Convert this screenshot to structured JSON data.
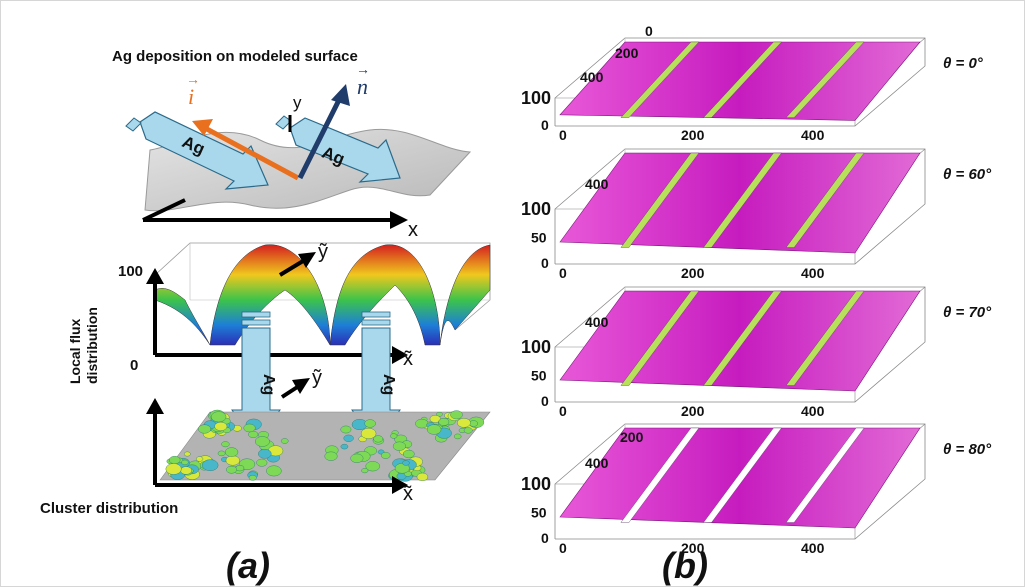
{
  "panel_a": {
    "title": "Ag deposition on modeled surface",
    "vec_i": "i",
    "vec_n": "n",
    "axis_y": "y",
    "axis_x": "x",
    "beam1": "Ag",
    "beam2": "Ag",
    "flux_label_line1": "Local flux",
    "flux_label_line2": "distribution",
    "flux_100": "100",
    "flux_0": "0",
    "axis_y_tilde": "ỹ",
    "axis_x_tilde": "x̃",
    "beam3": "Ag",
    "beam4": "Ag",
    "axis_y_tilde2": "ỹ",
    "axis_x_tilde2": "x̃",
    "cluster_label": "Cluster distribution",
    "caption": "(a)"
  },
  "panel_b": {
    "caption": "(b)",
    "plots": [
      {
        "angle": "θ = 0°",
        "z_ticks": [
          "100",
          "0"
        ],
        "y_ticks": [
          "0",
          "200",
          "400"
        ],
        "x_ticks": [
          "0",
          "200",
          "400"
        ]
      },
      {
        "angle": "θ = 60°",
        "z_ticks": [
          "100",
          "50",
          "0"
        ],
        "y_ticks": [
          "400"
        ],
        "x_ticks": [
          "0",
          "200",
          "400"
        ]
      },
      {
        "angle": "θ = 70°",
        "z_ticks": [
          "100",
          "50",
          "0"
        ],
        "y_ticks": [
          "400"
        ],
        "x_ticks": [
          "0",
          "200",
          "400"
        ]
      },
      {
        "angle": "θ = 80°",
        "z_ticks": [
          "100",
          "50",
          "0"
        ],
        "y_ticks": [
          "200",
          "400"
        ],
        "x_ticks": [
          "0",
          "200",
          "400"
        ]
      }
    ]
  },
  "colors": {
    "beam": "#a9d8ec",
    "incident_vector": "#e8701f",
    "normal_vector": "#1f3c6b",
    "surface_b": "#d12cc8"
  }
}
